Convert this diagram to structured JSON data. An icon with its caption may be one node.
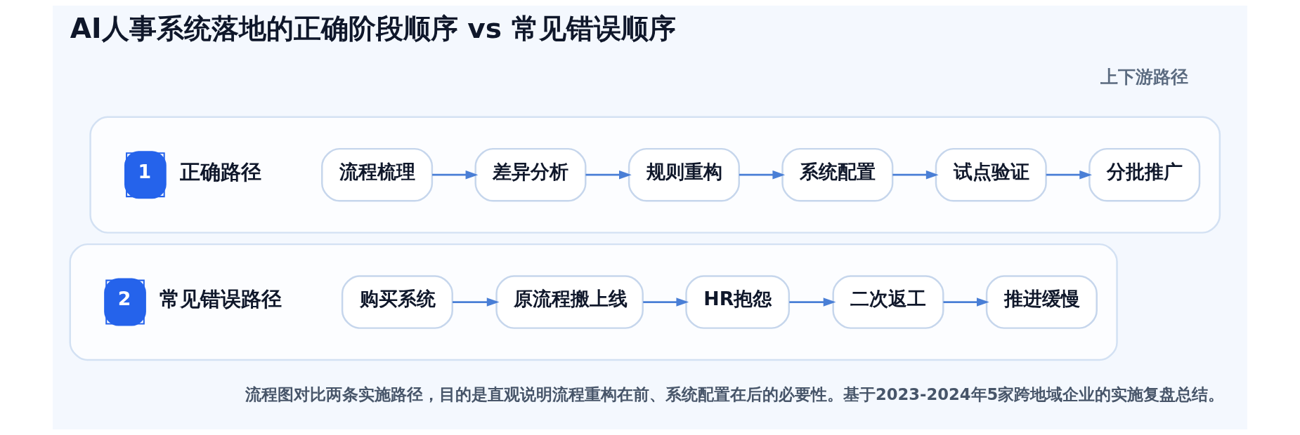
{
  "diagram": {
    "title": "AI人事系统落地的正确阶段顺序 vs 常见错误顺序",
    "caption": "流程图对比两条实施路径，目的是直观说明流程重构在前、系统配置在后的必要性。基于2023-2024年5家跨地域企业的实施复盘总结。",
    "nodes": [
      {
        "text": [],
        "shape": "box"
      },
      {
        "text": [
          "1"
        ],
        "beside": [
          "正确路径"
        ],
        "in": 0
      },
      {
        "text": [
          "流程梳理"
        ],
        "in": 0
      },
      {
        "text": [
          "差异分析"
        ],
        "in": 0
      },
      {
        "text": [
          "规则重构"
        ],
        "in": 0
      },
      {
        "text": [
          "系统配置"
        ],
        "in": 0
      },
      {
        "text": [
          "试点验证"
        ],
        "in": 0
      },
      {
        "text": [
          "分批推广"
        ],
        "in": 0
      },
      {
        "text": [],
        "shape": "box"
      },
      {
        "text": [
          "2"
        ],
        "beside": [
          "常见错误路径"
        ],
        "in": 8
      },
      {
        "text": [
          "购买系统"
        ],
        "in": 8
      },
      {
        "text": [
          "原流程搬上线"
        ],
        "in": 8
      },
      {
        "text": [
          "HR抱怨"
        ],
        "in": 8
      },
      {
        "text": [
          "二次返工"
        ],
        "in": 8
      },
      {
        "text": [
          "推进缓慢"
        ],
        "in": 8
      }
    ],
    "edges": [
      {
        "from": 2,
        "to": 3,
        "arrow": "to"
      },
      {
        "from": 3,
        "to": 4,
        "arrow": "to"
      },
      {
        "from": 4,
        "to": 5,
        "arrow": "to"
      },
      {
        "from": 5,
        "to": 6,
        "arrow": "to"
      },
      {
        "from": 6,
        "to": 7,
        "arrow": "to"
      },
      {
        "from": 10,
        "to": 11,
        "arrow": "to"
      },
      {
        "from": 11,
        "to": 12,
        "arrow": "to"
      },
      {
        "from": 12,
        "to": 13,
        "arrow": "to"
      },
      {
        "from": 13,
        "to": 14,
        "arrow": "to"
      }
    ],
    "labels": [
      "上下游路径"
    ]
  }
}
